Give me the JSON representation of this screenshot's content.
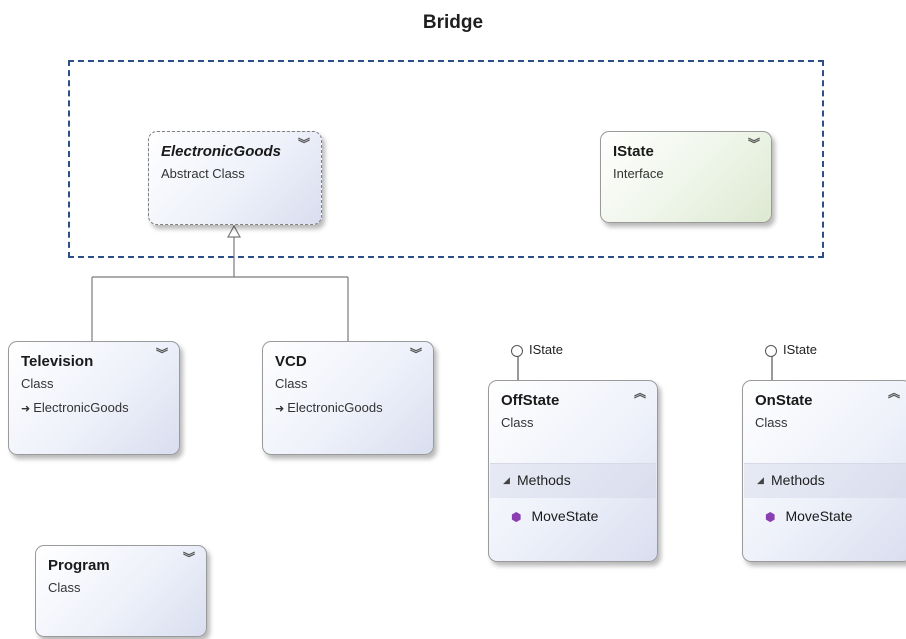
{
  "title": "Bridge",
  "expand_glyph": "»",
  "collapse_glyph": "»",
  "electronic_goods": {
    "name": "ElectronicGoods",
    "kind": "Abstract Class"
  },
  "istate": {
    "name": "IState",
    "kind": "Interface"
  },
  "television": {
    "name": "Television",
    "kind": "Class",
    "inherits": "ElectronicGoods"
  },
  "vcd": {
    "name": "VCD",
    "kind": "Class",
    "inherits": "ElectronicGoods"
  },
  "offstate": {
    "interface_label": "IState",
    "name": "OffState",
    "kind": "Class",
    "section": "Methods",
    "method": "MoveState"
  },
  "onstate": {
    "interface_label": "IState",
    "name": "OnState",
    "kind": "Class",
    "section": "Methods",
    "method": "MoveState"
  },
  "program": {
    "name": "Program",
    "kind": "Class"
  },
  "colors": {
    "group_border": "#2b4f86",
    "class_fill": "#dde2f0",
    "interface_fill": "#e3edd9",
    "method_icon": "#8a3fb0"
  }
}
